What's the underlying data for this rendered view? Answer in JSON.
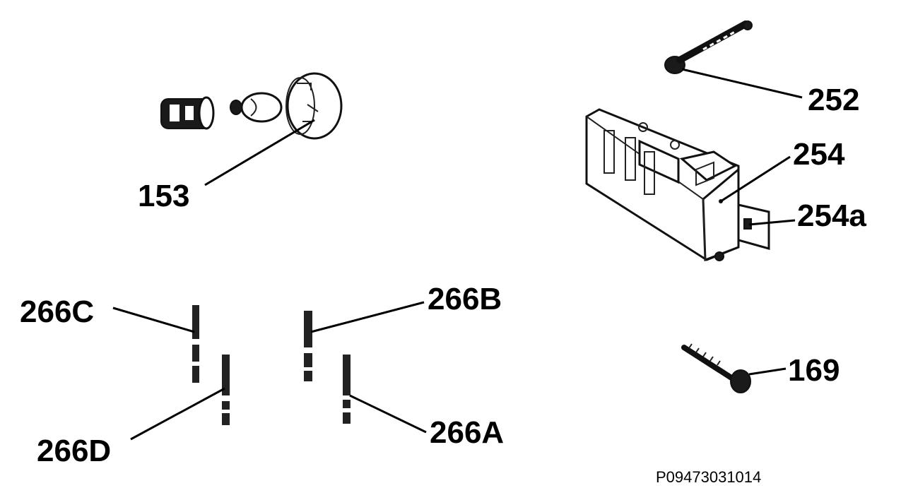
{
  "labels": {
    "l153": "153",
    "l252": "252",
    "l254": "254",
    "l254a": "254a",
    "l266c": "266C",
    "l266b": "266B",
    "l169": "169",
    "l266d": "266D",
    "l266a": "266A"
  },
  "drawing_code": "P09473031014"
}
